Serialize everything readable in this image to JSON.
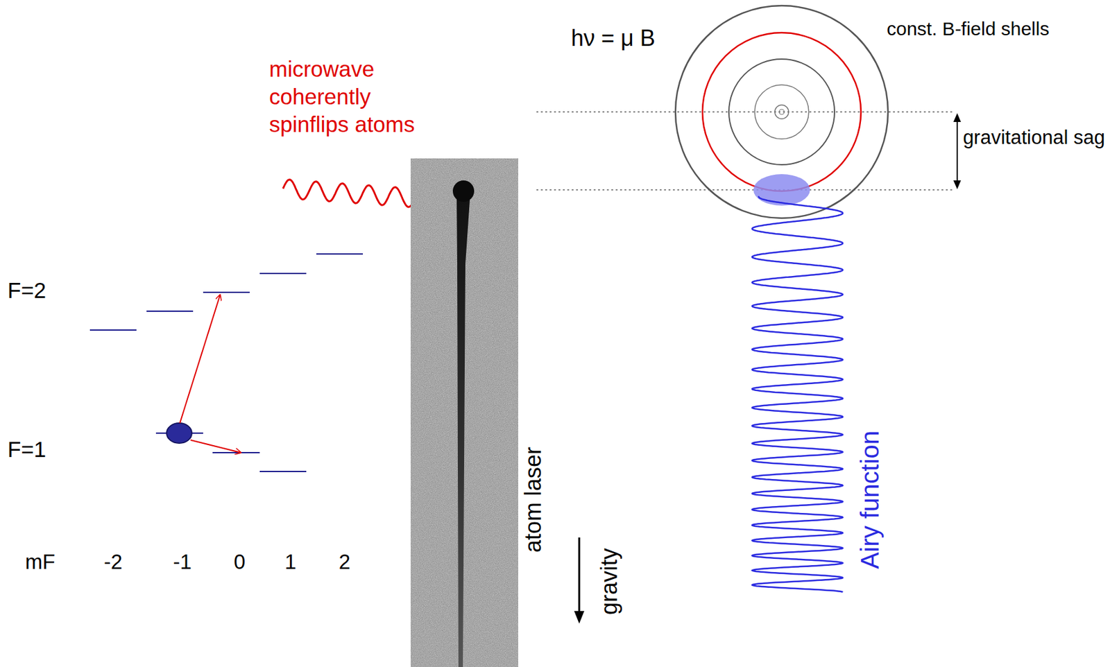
{
  "diagram": {
    "labels": [
      "microwave coherently spinflips atoms",
      "F=2",
      "F=1",
      "mF",
      "-2",
      "-1",
      "0",
      "1",
      "2",
      "atom laser",
      "gravity",
      "hν = μ B",
      "const. B-field shells",
      "gravitational sag",
      "Airy function"
    ]
  }
}
